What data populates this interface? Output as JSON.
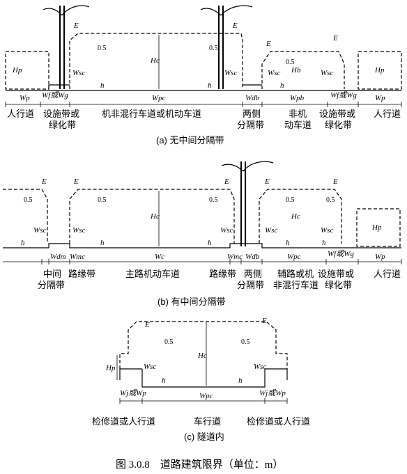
{
  "figure_caption": "图 3.0.8　道路建筑限界（单位：m）",
  "panel_a": {
    "caption": "(a) 无中间分隔带",
    "labels": {
      "sidewalk_left": "人行道",
      "facility_left_1": "设施带或",
      "facility_left_2": "绿化带",
      "carriageway": "机非混行车道或机动车道",
      "side_sep_1": "两侧",
      "side_sep_2": "分隔带",
      "nonmotor_1": "非机",
      "nonmotor_2": "动车道",
      "facility_right_1": "设施带或",
      "facility_right_2": "绿化带",
      "sidewalk_right": "人行道"
    },
    "symbols": {
      "Hp": "Hp",
      "Hc": "Hc",
      "Hb": "Hb",
      "Wp": "Wp",
      "Wf_or_Wg": "Wf或Wg",
      "Wpc": "Wpc",
      "Wdb": "Wdb",
      "Wpb": "Wpb",
      "Wsc": "Wsc",
      "E": "E",
      "h": "h",
      "half": "0.5"
    }
  },
  "panel_b": {
    "caption": "(b) 有中间分隔带",
    "labels": {
      "median_1": "中间",
      "median_2": "分隔带",
      "marginal_left": "路缘带",
      "main_lanes": "主路机动车道",
      "marginal_right": "路缘带",
      "side_sep_1": "两侧",
      "side_sep_2": "分隔带",
      "aux_1": "辅路或机",
      "aux_2": "非混行车道",
      "facility_1": "设施带或",
      "facility_2": "绿化带",
      "sidewalk": "人行道"
    },
    "symbols": {
      "Hc": "Hc",
      "Hp": "Hp",
      "Wdm": "Wdm",
      "Wmc": "Wmc",
      "Wc": "Wc",
      "Wdb": "Wdb",
      "Wpc": "Wpc",
      "Wf_or_Wg": "Wf或Wg",
      "Wp": "Wp",
      "Wsc": "Wsc",
      "E": "E",
      "h": "h",
      "half": "0.5"
    }
  },
  "panel_c": {
    "caption": "(c) 隧道内",
    "labels": {
      "walkway_left": "检修道或人行道",
      "lanes": "车行道",
      "walkway_right": "检修道或人行道"
    },
    "symbols": {
      "Hp": "Hp",
      "Hc": "Hc",
      "Wj_or_Wp": "Wj或Wp",
      "Wpc": "Wpc",
      "Wsc": "Wsc",
      "E": "E",
      "h": "h",
      "half": "0.5"
    }
  }
}
